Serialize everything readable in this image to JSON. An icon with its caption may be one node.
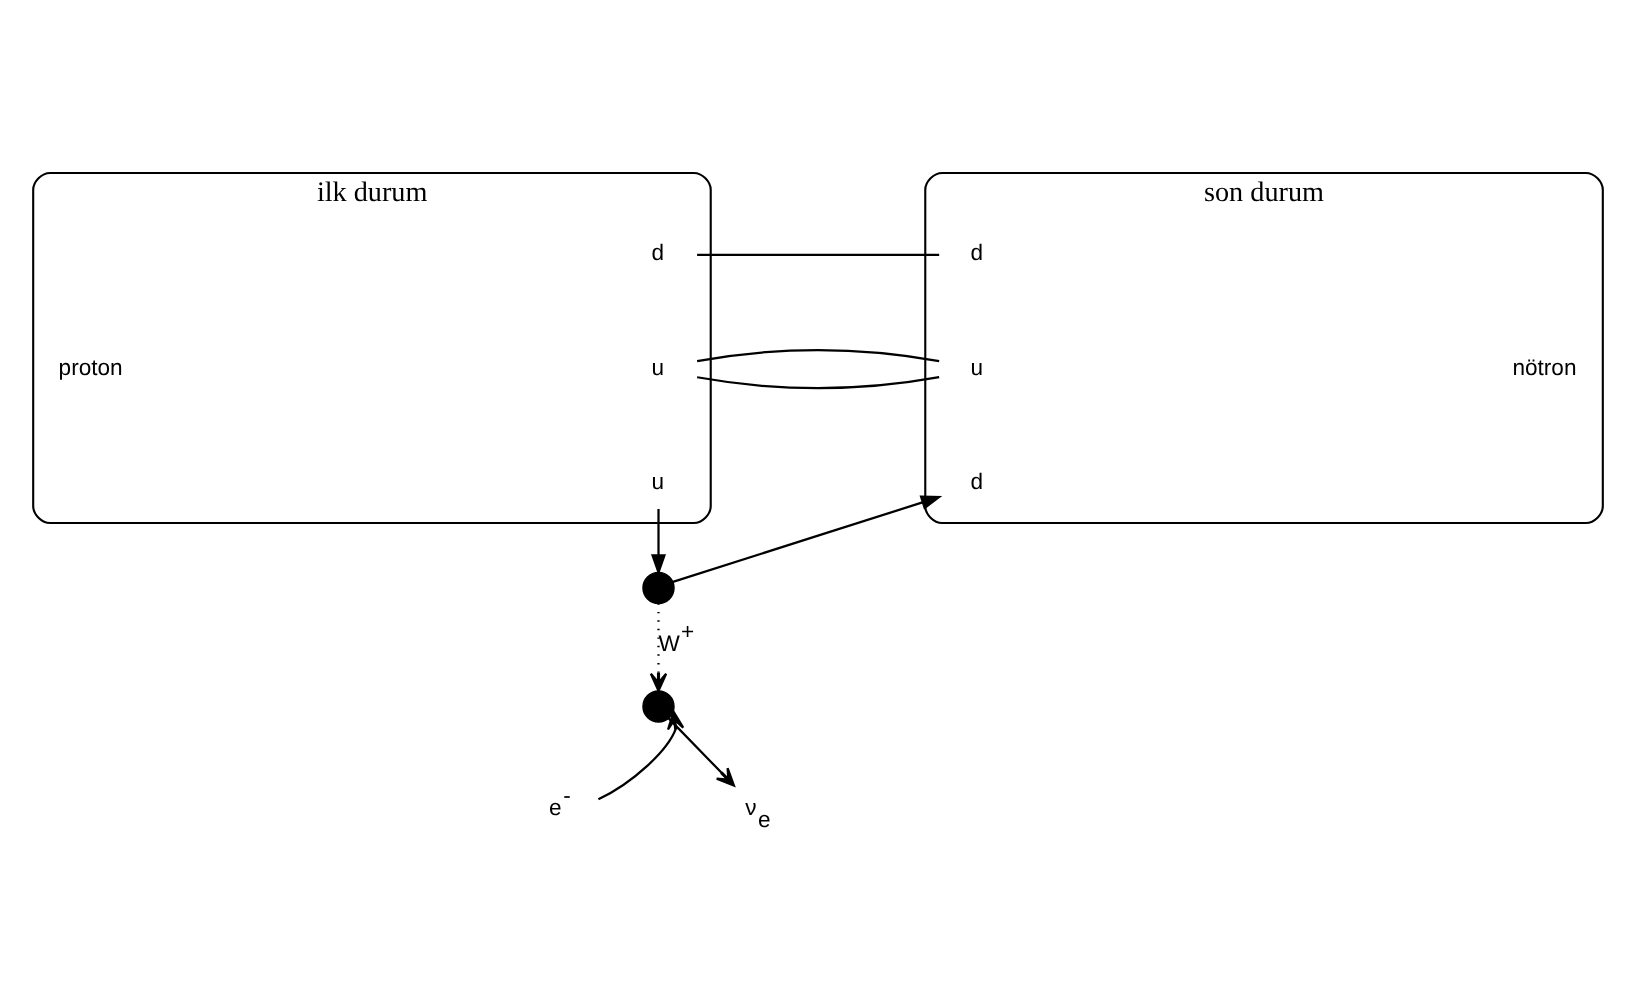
{
  "diagram": {
    "nodes": [
      {
        "text": [
          "ilk durum"
        ],
        "beside": [
          "proton"
        ]
      },
      {
        "text": [
          "d"
        ],
        "in": 0
      },
      {
        "text": [
          "u"
        ],
        "in": 0
      },
      {
        "text": [
          "u"
        ],
        "in": 0
      },
      {
        "text": [
          "son durum"
        ],
        "beside": [
          "nötron"
        ]
      },
      {
        "text": [
          "d"
        ],
        "in": 4
      },
      {
        "text": [
          "u"
        ],
        "in": 4
      },
      {
        "text": [
          "d"
        ],
        "in": 4
      },
      {
        "text": [],
        "shape": "circle"
      },
      {
        "text": [],
        "shape": "circle"
      },
      {
        "text": [
          "e$^{-}$"
        ]
      },
      {
        "text": [
          "ν$_{e}$"
        ]
      }
    ],
    "edges": [
      {
        "from": 1,
        "to": 5,
        "arrow": "none"
      },
      {
        "from": 2,
        "to": 6,
        "arrow": "none"
      },
      {
        "from": 3,
        "to": 8,
        "arrow": "to"
      },
      {
        "from": 8,
        "to": 7,
        "arrow": "to"
      },
      {
        "from": 8,
        "to": 9,
        "arrow": "to",
        "label": "W$^{+}$",
        "style": "dashed"
      },
      {
        "from": 10,
        "to": 9,
        "arrow": "to"
      },
      {
        "from": 9,
        "to": 11,
        "arrow": "to"
      }
    ]
  }
}
